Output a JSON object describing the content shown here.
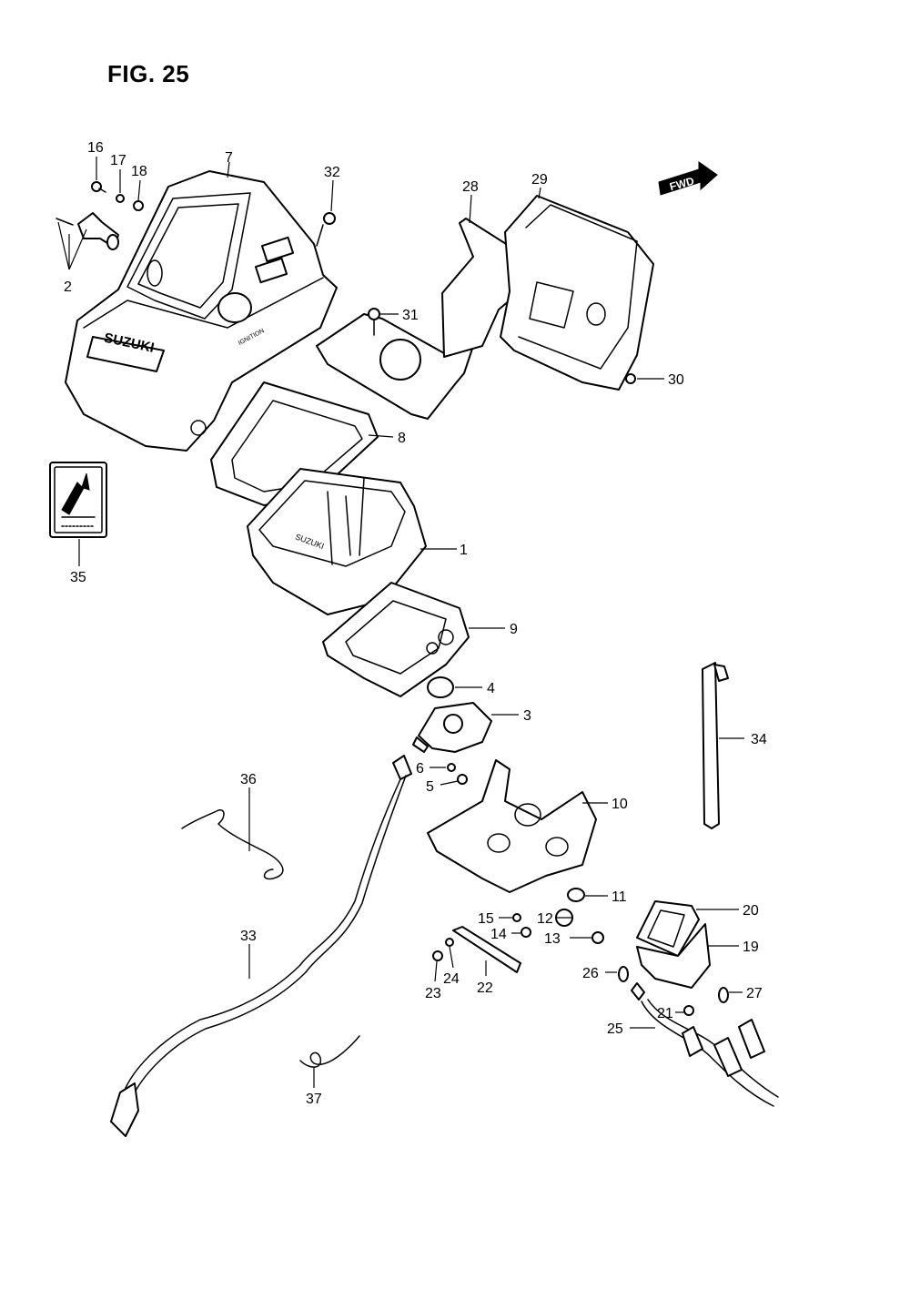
{
  "figure": {
    "title": "FIG. 25",
    "brand_text": "SUZUKI",
    "gauge_text": "SUZUKI",
    "ignition_text": "IGNITION",
    "fwd_text": "FWD",
    "direction_icon": "fwd-arrow-icon"
  },
  "callouts": [
    "1",
    "2",
    "3",
    "4",
    "5",
    "6",
    "7",
    "8",
    "9",
    "10",
    "11",
    "12",
    "13",
    "14",
    "15",
    "16",
    "17",
    "18",
    "19",
    "20",
    "21",
    "22",
    "23",
    "24",
    "25",
    "26",
    "27",
    "28",
    "29",
    "30",
    "31",
    "32",
    "33",
    "34",
    "35",
    "36",
    "37"
  ]
}
